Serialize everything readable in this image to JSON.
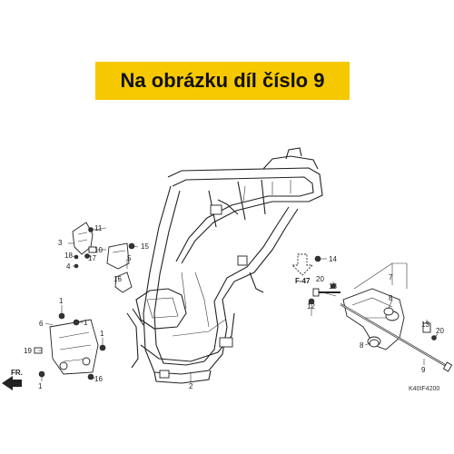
{
  "banner": {
    "text": "Na obrázku díl číslo 9"
  },
  "callouts": {
    "c1a": "1",
    "c1b": "1",
    "c1c": "1",
    "c1d": "1",
    "c2": "2",
    "c3": "3",
    "c4": "4",
    "c5": "5",
    "c6": "6",
    "c7": "7",
    "c8a": "8",
    "c8b": "8",
    "c9": "9",
    "c10": "10",
    "c11": "11",
    "c12": "12",
    "c13a": "13",
    "c13b": "13",
    "c14": "14",
    "c15a": "15",
    "c15b": "15",
    "c16": "16",
    "c17": "17",
    "c18": "18",
    "c19": "19",
    "c20a": "20",
    "c20b": "20"
  },
  "reference": {
    "f47": "F-47"
  },
  "direction": {
    "fr": "FR."
  },
  "drawing_code": "K40IF4200"
}
